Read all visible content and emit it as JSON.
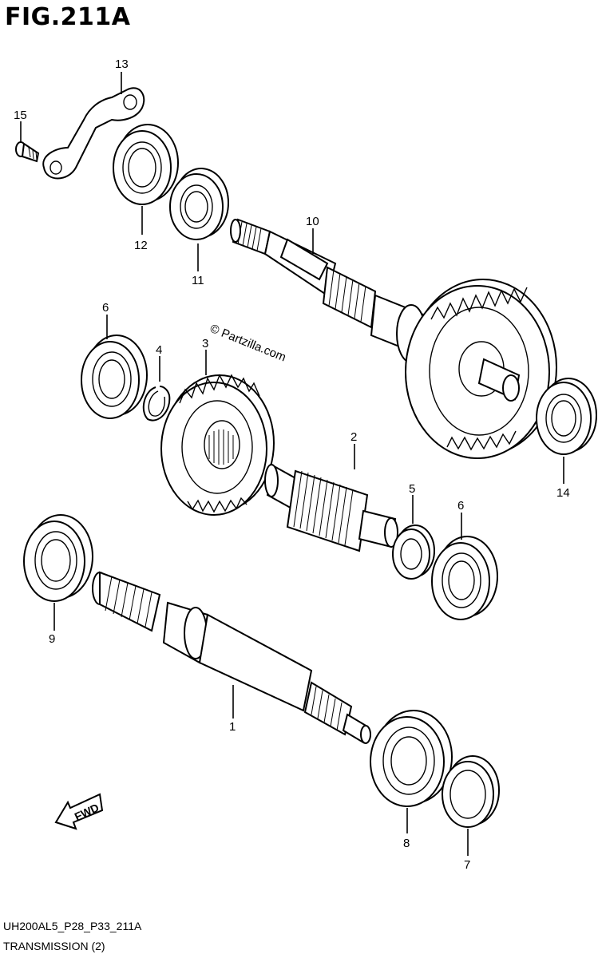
{
  "title": "FIG.211A",
  "watermark": "© Partzilla.com",
  "footer": {
    "code": "UH200AL5_P28_P33_211A",
    "name": "TRANSMISSION (2)"
  },
  "fwd_label": "FWD",
  "callouts": [
    "1",
    "2",
    "3",
    "4",
    "5",
    "6",
    "6",
    "7",
    "8",
    "9",
    "10",
    "11",
    "12",
    "13",
    "14",
    "15"
  ]
}
